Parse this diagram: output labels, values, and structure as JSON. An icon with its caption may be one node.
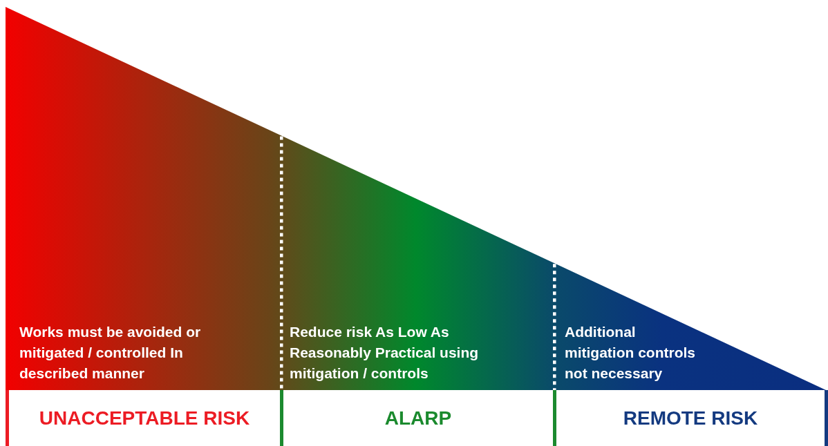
{
  "diagram": {
    "nodes": [
      {
        "text": [
          "Works must be avoided or mitigated / controlled In described manner"
        ]
      },
      {
        "text": [
          "Reduce risk As Low As Reasonably Practical using mitigation / controls"
        ]
      },
      {
        "text": [
          "Additional mitigation controls not necessary"
        ]
      },
      {
        "text": [
          "UNACCEPTABLE RISK"
        ]
      },
      {
        "text": [
          "ALARP"
        ]
      },
      {
        "text": [
          "REMOTE RISK"
        ]
      }
    ]
  }
}
